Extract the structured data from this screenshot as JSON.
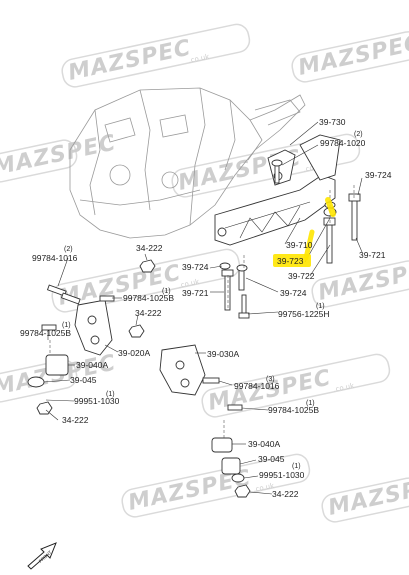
{
  "watermark": {
    "brand": "MAZSPEC",
    "site": ".co.uk"
  },
  "callouts": {
    "p39_730": "39-730",
    "p99784_1020": "99784-1020",
    "p99784_1020_qty": "(2)",
    "p39_724_right": "39-724",
    "p39_710": "39-710",
    "p39_723": "39-723",
    "p39_722": "39-722",
    "p39_721_right": "39-721",
    "p34_222_top": "34-222",
    "p99784_1016_top": "99784-1016",
    "p99784_1016_top_qty": "(2)",
    "p39_724_mid": "39-724",
    "p39_724_lower": "39-724",
    "p39_721_mid": "39-721",
    "p99784_1025b_top": "99784-1025B",
    "p99784_1025b_top_qty": "(1)",
    "p34_222_mid": "34-222",
    "p99756_1225h": "99756-1225H",
    "p99756_1225h_qty": "(1)",
    "p99784_1025b_left": "99784-1025B",
    "p99784_1025b_left_qty": "(1)",
    "p39_020a": "39-020A",
    "p39_030a": "39-030A",
    "p39_040a_left": "39-040A",
    "p39_045_left": "39-045",
    "p99951_1030_left": "99951-1030",
    "p99951_1030_left_qty": "(1)",
    "p34_222_left": "34-222",
    "p99784_1016_bottom": "99784-1016",
    "p99784_1016_bottom_qty": "(3)",
    "p99784_1025b_bottom": "99784-1025B",
    "p99784_1025b_bottom_qty": "(1)",
    "p39_040a_bottom": "39-040A",
    "p39_045_bottom": "39-045",
    "p99951_1030_bottom": "99951-1030",
    "p99951_1030_bottom_qty": "(1)",
    "p34_222_bottom": "34-222",
    "front_arrow": "FRONT"
  },
  "colors": {
    "highlight": "#ffe600",
    "line": "#333333",
    "watermark": "#c9c9c9"
  },
  "icons": {
    "front_arrow": "front-direction-arrow-icon"
  }
}
